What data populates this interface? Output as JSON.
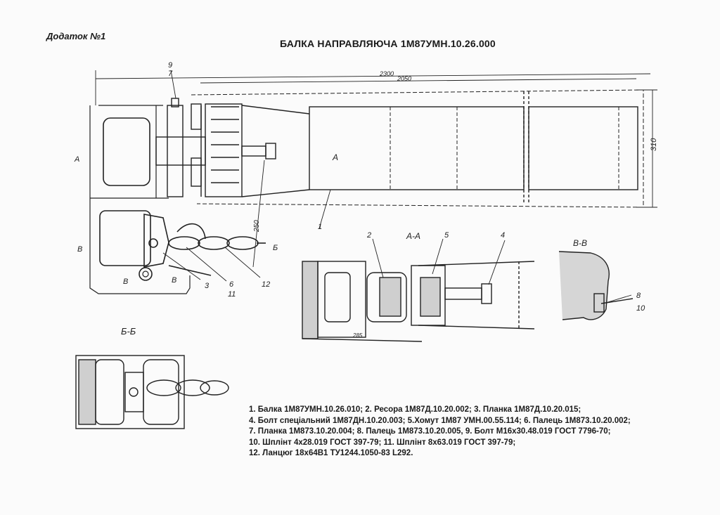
{
  "sheet": {
    "annex": "Додаток №1",
    "title": "БАЛКА НАПРАВЛЯЮЧА 1М87УМН.10.26.000"
  },
  "views": {
    "section_aa": "А-А",
    "section_bb": "В-В",
    "section_bb2": "Б-Б"
  },
  "dimensions": {
    "overall_length": "2300",
    "beam_length": "2050",
    "width": "310",
    "chain_length": "250",
    "section_width": "285"
  },
  "markers": {
    "a_left": "А",
    "a_beam": "А",
    "v_left": "В",
    "v_bottom1": "В",
    "v_bottom2": "В",
    "b_right": "Б"
  },
  "callouts": [
    "9",
    "7",
    "1",
    "3",
    "6",
    "11",
    "12",
    "2",
    "5",
    "4",
    "8",
    "10"
  ],
  "parts": [
    "1. Балка 1М87УМН.10.26.010; 2. Ресора  1М87Д.10.20.002; 3. Планка 1М87Д.10.20.015;",
    "4. Болт спеціальний 1М87ДН.10.20.003; 5.Хомут 1М87 УМН.00.55.114; 6. Палець 1М873.10.20.002;",
    "7. Планка 1М873.10.20.004; 8. Палець 1М873.10.20.005, 9. Болт М16х30.48.019 ГОСТ 7796-70;",
    "10. Шплінт 4х28.019 ГОСТ 397-79; 11. Шплінт 8х63.019 ГОСТ 397-79;",
    "12. Ланцюг 18х64В1 ТУ1244.1050-83 L292."
  ]
}
